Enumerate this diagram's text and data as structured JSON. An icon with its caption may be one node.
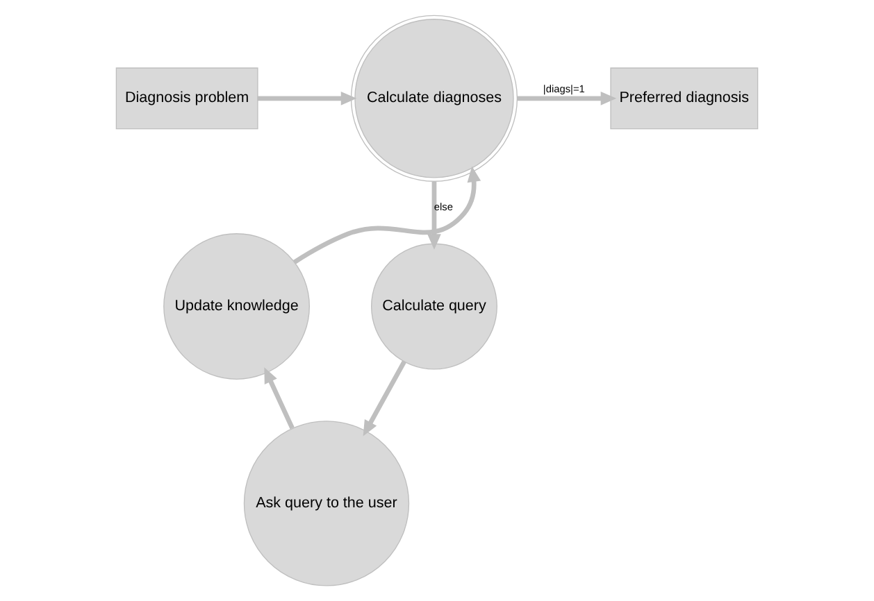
{
  "diagram": {
    "nodes": [
      {
        "text": [
          "Diagnosis problem"
        ]
      },
      {
        "text": [
          "Calculate diagnoses"
        ]
      },
      {
        "text": [
          "Preferred diagnosis"
        ]
      },
      {
        "text": [
          "Calculate query"
        ]
      },
      {
        "text": [
          "Ask query to the user"
        ]
      },
      {
        "text": [
          "Update knowledge"
        ]
      }
    ],
    "edges": [
      {
        "from": 0,
        "to": 1,
        "arrow": "to"
      },
      {
        "from": 1,
        "to": 2,
        "arrow": "to",
        "label": "|diags|=1"
      },
      {
        "from": 1,
        "to": 3,
        "arrow": "to",
        "label": "else"
      },
      {
        "from": 3,
        "to": 4,
        "arrow": "to"
      },
      {
        "from": 4,
        "to": 5,
        "arrow": "to"
      },
      {
        "from": 5,
        "to": 1,
        "arrow": "to"
      }
    ]
  }
}
